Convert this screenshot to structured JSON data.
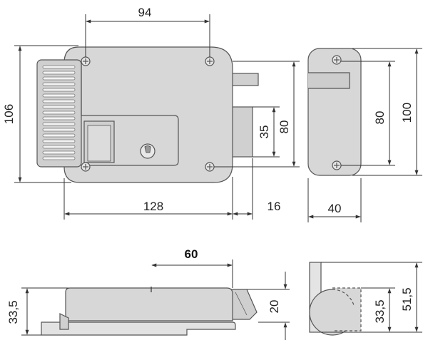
{
  "colors": {
    "body": "#d7d7d7",
    "body_light": "#e6e6e6",
    "stroke": "#555555",
    "dimension": "#333333",
    "text": "#222222",
    "background": "#ffffff"
  },
  "dimensions": {
    "front_screw_spacing": "94",
    "front_height": "106",
    "front_width": "128",
    "bolt_height": "35",
    "bolt_housing_height": "80",
    "bolt_projection": "16",
    "side_height": "100",
    "side_screw_spacing": "80",
    "side_depth": "40",
    "bottom_length": "60",
    "bottom_height_left": "33,5",
    "bottom_bolt_height": "20",
    "end_height_inner": "33,5",
    "end_height_total": "51,5"
  }
}
